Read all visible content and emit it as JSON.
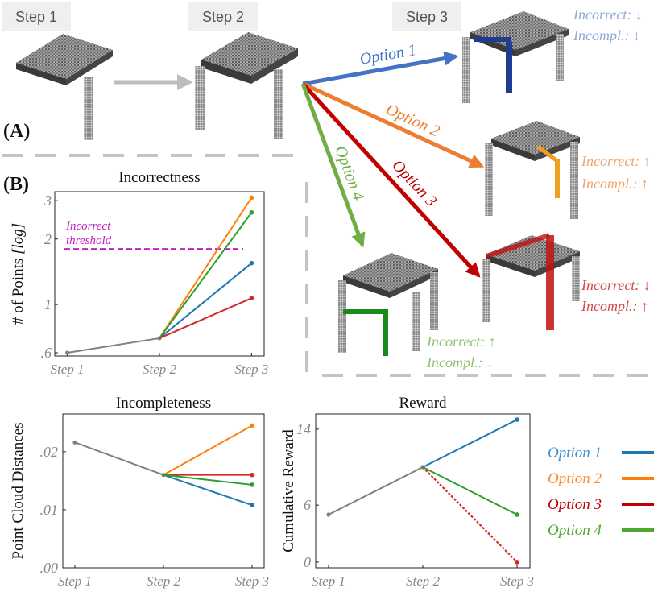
{
  "figure": {
    "steps": {
      "s1": "Step 1",
      "s2": "Step 2",
      "s3": "Step 3"
    },
    "panel_a": "(A)",
    "panel_b": "(B)",
    "options": {
      "o1": {
        "label": "Option 1",
        "color": "#4472c4",
        "inc": "Incorrect: ↓",
        "incompl": "Incompl.: ↓",
        "status_color": "#8fa9d8"
      },
      "o2": {
        "label": "Option 2",
        "color": "#ed7d31",
        "inc": "Incorrect: ↑",
        "incompl": "Incompl.: ↑",
        "status_color": "#f0a36b"
      },
      "o3": {
        "label": "Option 3",
        "color": "#c00000",
        "inc": "Incorrect: ↓",
        "incompl": "Incompl.: ↑",
        "status_color": "#d04a4a"
      },
      "o4": {
        "label": "Option 4",
        "color": "#70ad47",
        "inc": "Incorrect: ↑",
        "incompl": "Incompl.: ↓",
        "status_color": "#8cc56b"
      }
    },
    "part_colors": {
      "o1": "#1f3d8f",
      "o2": "#f0a020",
      "o3": "#c01010",
      "o4": "#1a8a1a"
    }
  },
  "chart_data": [
    {
      "type": "line",
      "title": "Incorrectness",
      "ylabel": "# of Points",
      "ylabel_suffix": "[log]",
      "yscale": "log",
      "categories": [
        "Step 1",
        "Step 2",
        "Step 3"
      ],
      "ylim": [
        0.58,
        3.3
      ],
      "yticks": [
        0.6,
        1,
        2,
        3
      ],
      "yticklabels": [
        ".6",
        "1",
        "2",
        "3"
      ],
      "threshold": {
        "value": 1.8,
        "label_line1": "Incorrect",
        "label_line2": "threshold",
        "color": "#c020c0"
      },
      "base": {
        "values": [
          0.6,
          0.7
        ],
        "color": "#808080"
      },
      "series": [
        {
          "key": "o1",
          "color": "#1f77b4",
          "values": [
            0.7,
            1.55
          ]
        },
        {
          "key": "o2",
          "color": "#ff7f0e",
          "values": [
            0.7,
            3.1
          ]
        },
        {
          "key": "o3",
          "color": "#d62728",
          "values": [
            0.7,
            1.07
          ]
        },
        {
          "key": "o4",
          "color": "#2ca02c",
          "values": [
            0.7,
            2.65
          ]
        }
      ]
    },
    {
      "type": "line",
      "title": "Incompleteness",
      "ylabel": "Point Cloud Distances",
      "categories": [
        "Step 1",
        "Step 2",
        "Step 3"
      ],
      "ylim": [
        0,
        0.0265
      ],
      "yticks": [
        0,
        0.01,
        0.02
      ],
      "yticklabels": [
        ".00",
        ".01",
        ".02"
      ],
      "base": {
        "values": [
          0.0216,
          0.016
        ],
        "color": "#808080"
      },
      "series": [
        {
          "key": "o1",
          "color": "#1f77b4",
          "values": [
            0.016,
            0.0108
          ]
        },
        {
          "key": "o2",
          "color": "#ff7f0e",
          "values": [
            0.016,
            0.0245
          ]
        },
        {
          "key": "o3",
          "color": "#d62728",
          "values": [
            0.016,
            0.016
          ]
        },
        {
          "key": "o4",
          "color": "#2ca02c",
          "values": [
            0.016,
            0.0143
          ]
        }
      ]
    },
    {
      "type": "line",
      "title": "Reward",
      "ylabel": "Cumulative Reward",
      "categories": [
        "Step 1",
        "Step 2",
        "Step 3"
      ],
      "ylim": [
        -0.6,
        15.6
      ],
      "yticks": [
        0,
        6,
        14
      ],
      "yticklabels": [
        "0",
        "6",
        "14"
      ],
      "base": {
        "values": [
          5,
          10
        ],
        "color": "#808080"
      },
      "series": [
        {
          "key": "o1",
          "color": "#1f77b4",
          "values": [
            10,
            15
          ]
        },
        {
          "key": "o2",
          "color": "#ff7f0e",
          "values": [
            10,
            0
          ],
          "dashed": true
        },
        {
          "key": "o3",
          "color": "#d62728",
          "values": [
            10,
            0
          ],
          "dashed": true
        },
        {
          "key": "o4",
          "color": "#2ca02c",
          "values": [
            10,
            5
          ]
        }
      ]
    }
  ],
  "legend": {
    "placement": "right",
    "items": [
      {
        "label": "Option 1",
        "color": "#1f77b4",
        "text_color": "#3b8ed0"
      },
      {
        "label": "Option 2",
        "color": "#ff7f0e",
        "text_color": "#ff8b2a"
      },
      {
        "label": "Option 3",
        "color": "#c00000",
        "text_color": "#c00000"
      },
      {
        "label": "Option 4",
        "color": "#4ea72e",
        "text_color": "#4ea72e"
      }
    ]
  }
}
